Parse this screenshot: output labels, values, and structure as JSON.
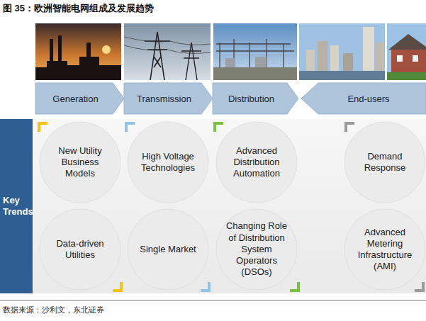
{
  "diagram": {
    "title": "图 35：欧洲智能电网组成及发展趋势",
    "caption": "数据来源：沙利文，东北证券",
    "nodes": [
      {
        "text": [
          "Generation"
        ]
      },
      {
        "text": [
          "Transmission"
        ]
      },
      {
        "text": [
          "Distribution"
        ]
      },
      {
        "text": [
          "End-users"
        ]
      },
      {
        "text": [
          "Key Trends"
        ]
      },
      {
        "text": [
          "New Utility Business Models"
        ]
      },
      {
        "text": [
          "High Voltage Technologies"
        ]
      },
      {
        "text": [
          "Advanced Distribution Automation"
        ]
      },
      {
        "text": [
          "Demand Response"
        ]
      },
      {
        "text": [
          "Data-driven Utilities"
        ]
      },
      {
        "text": [
          "Single Market"
        ]
      },
      {
        "text": [
          "Changing Role of Distribution System Operators (DSOs)"
        ]
      },
      {
        "text": [
          "Advanced Metering Infrastructure (AMI)"
        ]
      }
    ]
  }
}
